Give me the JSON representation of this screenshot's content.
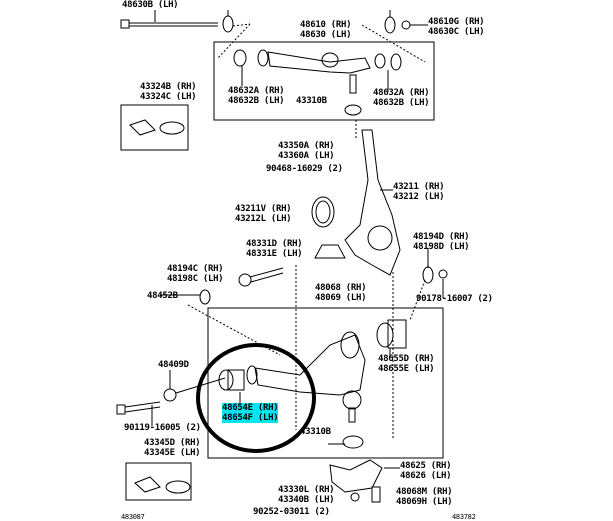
{
  "labels": {
    "p48630b": "48630B (LH)",
    "p48610": "48610 (RH)",
    "p48630": "48630 (LH)",
    "p48610g": "48610G (RH)",
    "p48630c": "48630C (LH)",
    "p43324b": "43324B (RH)",
    "p43324c": "43324C (LH)",
    "p48632a_l": "48632A (RH)",
    "p48632b_l": "48632B (LH)",
    "p43310b_top": "43310B",
    "p48632a_r": "48632A (RH)",
    "p48632b_r": "48632B (LH)",
    "p43350a": "43350A (RH)",
    "p43360a": "43360A (LH)",
    "p90468": "90468-16029 (2)",
    "p43211": "43211 (RH)",
    "p43212": "43212 (LH)",
    "p43211v": "43211V (RH)",
    "p43212l": "43212L (LH)",
    "p48331d": "48331D (RH)",
    "p48331e": "48331E (LH)",
    "p48194d": "48194D (RH)",
    "p48198d": "48198D (LH)",
    "p48194c": "48194C (RH)",
    "p48198c": "48198C (LH)",
    "p48452b": "48452B",
    "p90178": "90178-16007 (2)",
    "p48068": "48068 (RH)",
    "p48069": "48069 (LH)",
    "p48655d": "48655D (RH)",
    "p48655e": "48655E (LH)",
    "p48409d": "48409D",
    "p48654e": "48654E (RH)",
    "p48654f": "48654F (LH)",
    "p90119": "90119-16005 (2)",
    "p43310b_bot": "43310B",
    "p43345d": "43345D (RH)",
    "p43345e": "43345E (LH)",
    "p48625": "48625 (RH)",
    "p48626": "48626 (LH)",
    "p43330l": "43330L (RH)",
    "p43340b": "43340B (LH)",
    "p48068m": "48068M (RH)",
    "p48069h": "48069H (LH)",
    "p90252": "90252-03011 (2)",
    "fig_left": "483087",
    "fig_right": "483782"
  },
  "colors": {
    "highlight": "#00e5ee",
    "line": "#000000",
    "markup_circle": "#000000"
  }
}
